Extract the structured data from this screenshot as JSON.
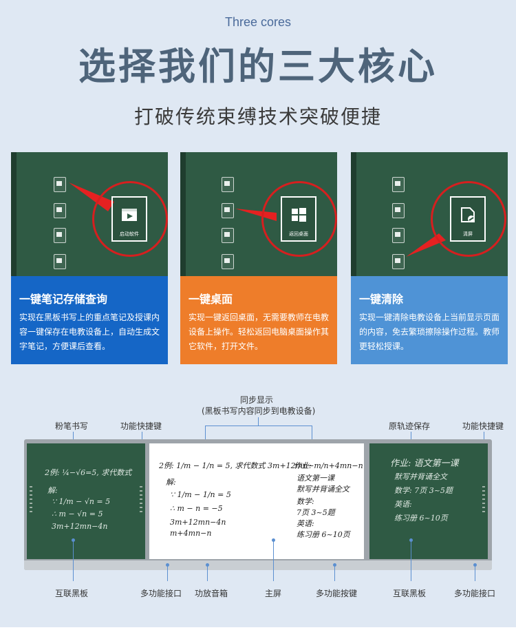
{
  "header": {
    "kicker": "Three cores",
    "title": "选择我们的三大核心",
    "subtitle": "打破传统束缚技术突破便捷"
  },
  "cards": [
    {
      "title": "一键笔记存储查询",
      "desc": "实现在黑板书写上的重点笔记及授课内容一键保存在电教设备上，自动生成文字笔记，方便课后查看。",
      "icon_label": "启动软件",
      "icon": "play-window-icon",
      "color": "#1566c6"
    },
    {
      "title": "一键桌面",
      "desc": "实现一键返回桌面，无需要教师在电教设备上操作。轻松返回电脑桌面操作其它软件，打开文件。",
      "icon_label": "返回桌面",
      "icon": "windows-icon",
      "color": "#ee7d2a"
    },
    {
      "title": "一键清除",
      "desc": "实现一键清除电教设备上当前显示页面的内容，免去繁琐擦除操作过程。教师更轻松授课。",
      "icon_label": "清屏",
      "icon": "clear-screen-icon",
      "color": "#4f93d6"
    }
  ],
  "diagram": {
    "sync_title": "同步显示",
    "sync_sub": "(黑板书写内容同步到电教设备)",
    "top_labels": [
      "粉笔书写",
      "功能快捷键",
      "原轨迹保存",
      "功能快捷键"
    ],
    "bottom_labels": [
      "互联黑板",
      "多功能接口",
      "功放音箱",
      "主屏",
      "多功能按键",
      "互联黑板",
      "多功能接口"
    ]
  }
}
